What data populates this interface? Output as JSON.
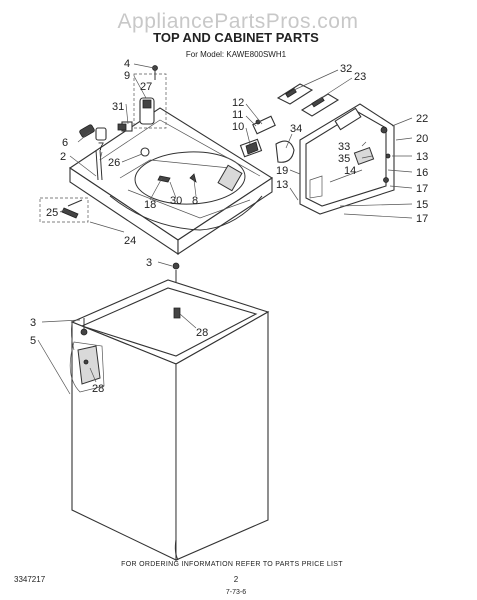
{
  "watermark": "AppliancePartsPros.com",
  "title": "TOP AND CABINET PARTS",
  "model_line": "For Model: KAWE800SWH1",
  "doc_number": "3347217",
  "footer_note": "FOR ORDERING INFORMATION REFER TO PARTS PRICE LIST",
  "page_number": "2",
  "date_code": "7-73-6",
  "labels": {
    "l2": "2",
    "l3a": "3",
    "l3b": "3",
    "l4": "4",
    "l5": "5",
    "l6": "6",
    "l7": "7",
    "l8": "8",
    "l9": "9",
    "l10": "10",
    "l11": "11",
    "l12": "12",
    "l13a": "13",
    "l13b": "13",
    "l14": "14",
    "l15": "15",
    "l16": "16",
    "l17a": "17",
    "l17b": "17",
    "l18": "18",
    "l19": "19",
    "l20": "20",
    "l22": "22",
    "l23": "23",
    "l24": "24",
    "l25": "25",
    "l26": "26",
    "l27": "27",
    "l28a": "28",
    "l28b": "28",
    "l30": "30",
    "l31": "31",
    "l32": "32",
    "l33": "33",
    "l34": "34",
    "l35": "35"
  }
}
